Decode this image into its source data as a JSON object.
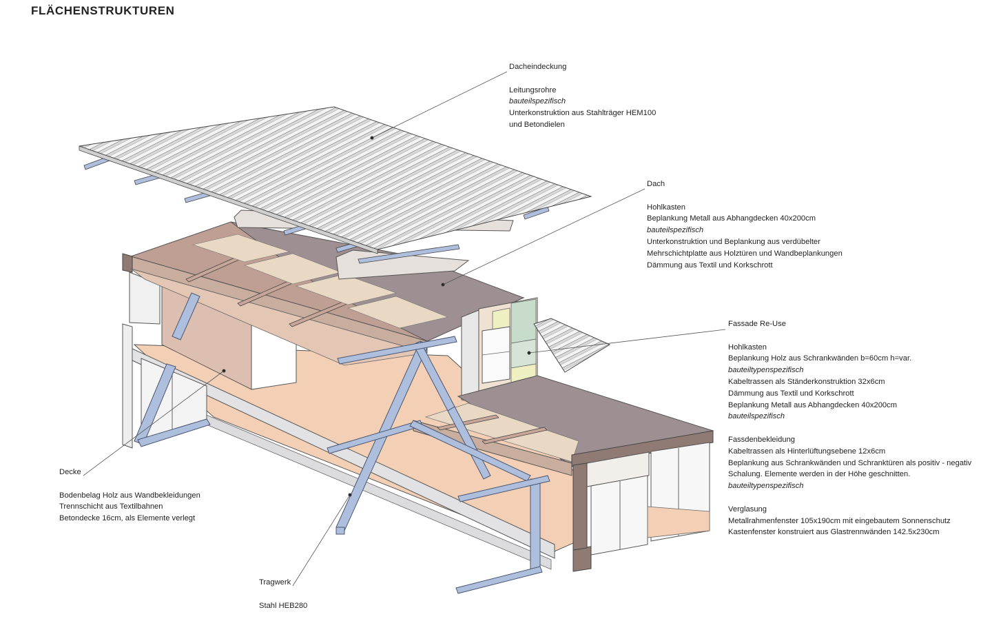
{
  "title": "FLÄCHENSTRUKTUREN",
  "colors": {
    "steel": "#aebedd",
    "floor": "#f3cfb5",
    "wood_panel": "#e9d8c4",
    "slab_top": "#9e8f92",
    "ceiling": "#bf9f94",
    "wall": "#dcbfb0",
    "facade_green": "#c7dccb",
    "facade_yellow": "#eef0c2",
    "line": "#444444"
  },
  "annotations": {
    "dacheindeckung": {
      "heading": "Dacheindeckung",
      "lines": [
        {
          "text": "Leitungsrohre",
          "italic": false
        },
        {
          "text": "bauteilspezifisch",
          "italic": true
        },
        {
          "text": "Unterkonstruktion aus Stahlträger HEM100",
          "italic": false
        },
        {
          "text": "und Betondielen",
          "italic": false
        }
      ]
    },
    "dach": {
      "heading": "Dach",
      "lines": [
        {
          "text": "Hohlkasten",
          "italic": false
        },
        {
          "text": "Beplankung Metall aus Abhangdecken 40x200cm",
          "italic": false
        },
        {
          "text": "bauteilspezifisch",
          "italic": true
        },
        {
          "text": "Unterkonstruktion und Beplankung aus verdübelter",
          "italic": false
        },
        {
          "text": "Mehrschichtplatte aus Holztüren und Wandbeplankungen",
          "italic": false
        },
        {
          "text": "Dämmung aus Textil und Korkschrott",
          "italic": false
        }
      ]
    },
    "fassade": {
      "heading": "Fassade Re-Use",
      "groups": [
        [
          {
            "text": "Hohlkasten",
            "italic": false
          },
          {
            "text": "Beplankung Holz aus Schrankwänden b=60cm h=var.",
            "italic": false
          },
          {
            "text": "bauteiltypenspezifisch",
            "italic": true
          },
          {
            "text": "Kabeltrassen als Ständerkonstruktion 32x6cm",
            "italic": false
          },
          {
            "text": "Dämmung aus Textil und Korkschrott",
            "italic": false
          },
          {
            "text": "Beplankung Metall aus Abhangdecken 40x200cm",
            "italic": false
          },
          {
            "text": "bauteilspezifisch",
            "italic": true
          }
        ],
        [
          {
            "text": "Fassdenbekleidung",
            "italic": false
          },
          {
            "text": "Kabeltrassen als Hinterlüftungsebene 12x6cm",
            "italic": false
          },
          {
            "text": "Beplankung aus Schrankwänden und Schranktüren als positiv - negativ",
            "italic": false
          },
          {
            "text": "Schalung. Elemente werden in der Höhe geschnitten.",
            "italic": false
          },
          {
            "text": "bauteiltypenspezifisch",
            "italic": true
          }
        ],
        [
          {
            "text": "Verglasung",
            "italic": false
          },
          {
            "text": "Metallrahmenfenster 105x190cm mit eingebautem Sonnenschutz",
            "italic": false
          },
          {
            "text": "Kastenfenster konstruiert aus Glastrennwänden 142.5x230cm",
            "italic": false
          }
        ]
      ]
    },
    "decke": {
      "heading": "Decke",
      "lines": [
        {
          "text": "Bodenbelag Holz aus Wandbekleidungen",
          "italic": false
        },
        {
          "text": "Trennschicht aus Textilbahnen",
          "italic": false
        },
        {
          "text": "Betondecke 16cm, als Elemente verlegt",
          "italic": false
        }
      ]
    },
    "tragwerk": {
      "heading": "Tragwerk",
      "lines": [
        {
          "text": "Stahl HEB280",
          "italic": false
        }
      ]
    }
  }
}
